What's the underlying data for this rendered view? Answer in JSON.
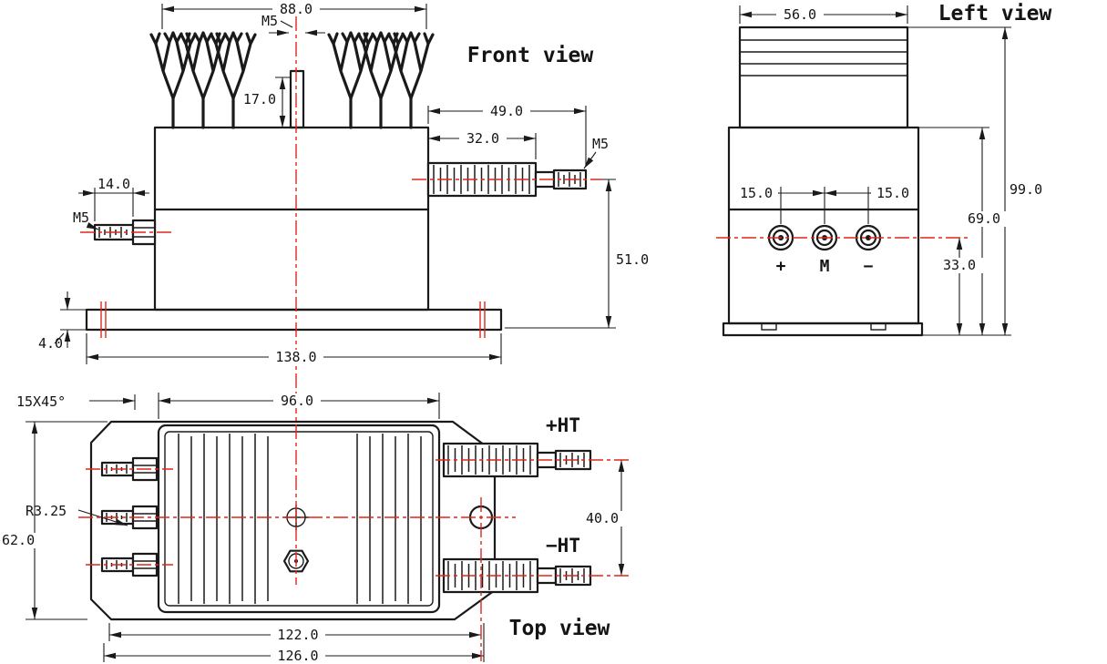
{
  "colors": {
    "line": "#1a1a1a",
    "centerline": "#e0261c",
    "background": "#ffffff"
  },
  "front_view": {
    "title": "Front view",
    "dim_heatsink_width": "88.0",
    "dim_top_stud_thread": "M5",
    "dim_top_stud_height": "17.0",
    "dim_right_terminal_length": "49.0",
    "dim_right_corrugation_length": "32.0",
    "dim_right_terminal_thread": "M5",
    "dim_left_stud_length": "14.0",
    "dim_left_stud_thread": "M5",
    "dim_terminal_axis_height": "51.0",
    "dim_base_thickness": "4.0",
    "dim_base_width": "138.0"
  },
  "left_view": {
    "title": "Left view",
    "dim_heatsink_depth": "56.0",
    "dim_terminal_pitch_left": "15.0",
    "dim_terminal_pitch_right": "15.0",
    "dim_total_height": "99.0",
    "dim_body_height": "69.0",
    "dim_terminal_axis_height": "33.0",
    "terminal_labels": {
      "plus": "+",
      "middle": "M",
      "minus": "−"
    }
  },
  "top_view": {
    "title": "Top view",
    "dim_fin_width": "96.0",
    "dim_chamfer": "15X45°",
    "dim_corner_radius": "R3.25",
    "dim_body_depth": "62.0",
    "dim_ht_pitch": "40.0",
    "dim_hole_pitch": "122.0",
    "dim_overall_width": "126.0",
    "label_positive_ht": "+HT",
    "label_negative_ht": "−HT"
  }
}
